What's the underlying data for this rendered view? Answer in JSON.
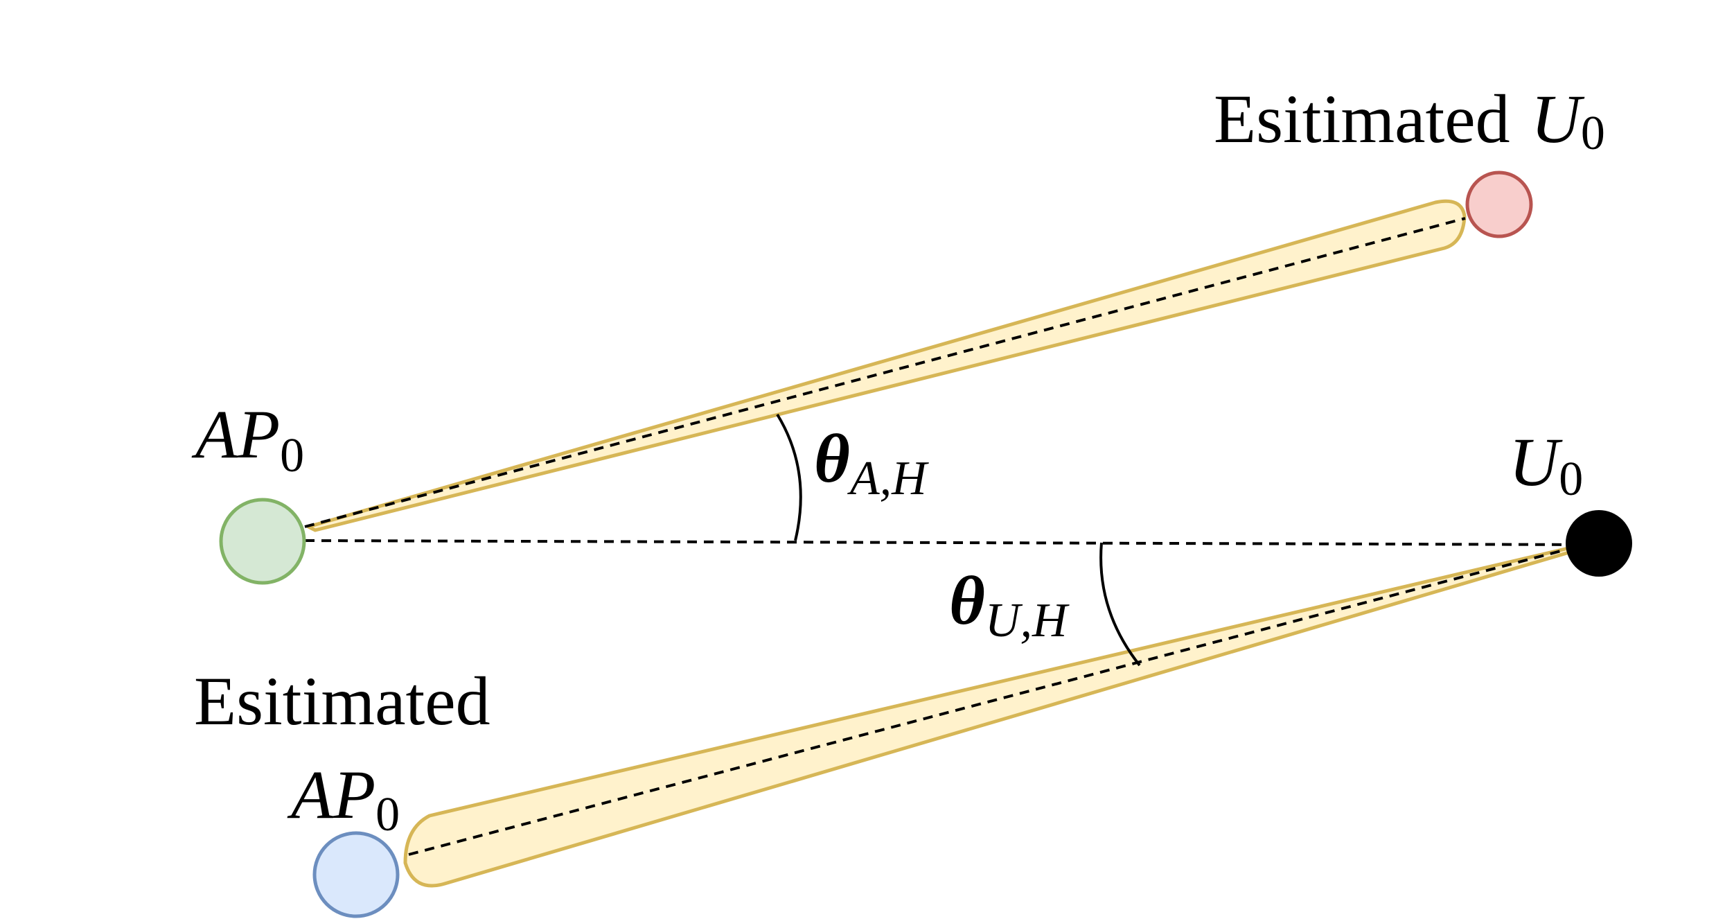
{
  "labels": {
    "ap0_letters": "AP",
    "ap0_sub": "0",
    "u0_letter": "U",
    "u0_sub": "0",
    "est_u0_word": "Esitimated",
    "est_u0_letter": "U",
    "est_u0_sub": "0",
    "est_ap0_word": "Esitimated",
    "est_ap0_letters": "AP",
    "est_ap0_sub": "0",
    "theta_a_symbol": "θ",
    "theta_a_sub": "A,H",
    "theta_u_symbol": "θ",
    "theta_u_sub": "U,H"
  },
  "colors": {
    "ap0_fill": "#d5e8d4",
    "ap0_stroke": "#82b366",
    "u0_fill": "#000000",
    "est_u0_fill": "#f8cecc",
    "est_u0_stroke": "#b85450",
    "est_ap0_fill": "#dae8fc",
    "est_ap0_stroke": "#6c8ebf",
    "beam_fill": "#fff2cc",
    "beam_stroke": "#d6b656"
  }
}
